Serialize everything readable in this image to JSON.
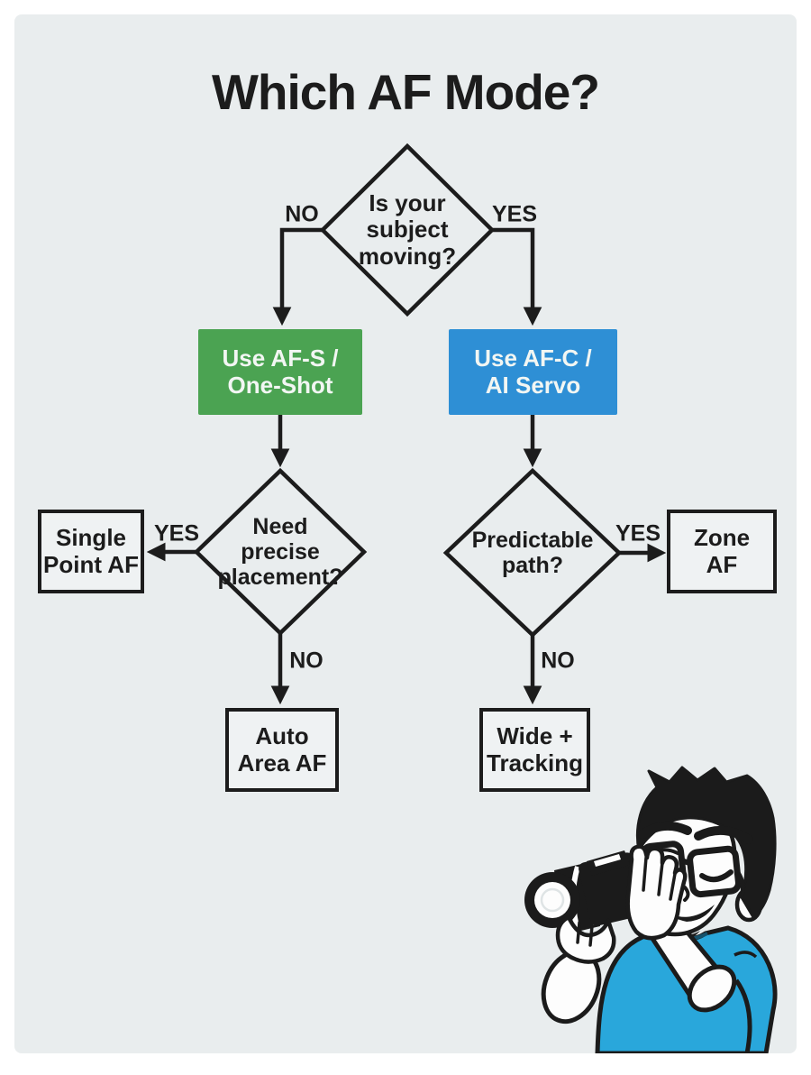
{
  "title": "Which AF Mode?",
  "flowchart": {
    "q_moving": "Is your\nsubject\nmoving?",
    "afs": "Use AF-S /\nOne-Shot",
    "afc": "Use AF-C /\nAI Servo",
    "q_precise": "Need\nprecise\nplacement?",
    "q_path": "Predictable\npath?",
    "single_point": "Single\nPoint AF",
    "zone": "Zone\nAF",
    "auto_area": "Auto\nArea AF",
    "wide_tracking": "Wide +\nTracking",
    "labels": {
      "moving_no": "NO",
      "moving_yes": "YES",
      "precise_yes": "YES",
      "precise_no": "NO",
      "path_yes": "YES",
      "path_no": "NO"
    }
  },
  "colors": {
    "panel_bg": "#e9edee",
    "afs_green": "#4ba352",
    "afc_blue": "#2e8fd5",
    "outline": "#1c1c1c",
    "box_fill": "#eff2f3",
    "shirt_blue": "#29a7db"
  }
}
